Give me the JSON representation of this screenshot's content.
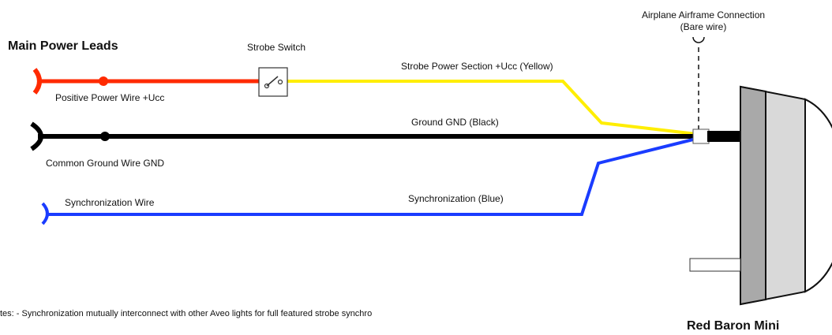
{
  "diagram": {
    "heading": "Main Power Leads",
    "switch_label": "Strobe Switch",
    "airframe": {
      "line1": "Airplane Airframe Connection",
      "line2": "(Bare wire)"
    },
    "leads": [
      {
        "label": "Positive Power Wire +Ucc",
        "color": "#ff2a00"
      },
      {
        "label": "Common Ground Wire GND",
        "color": "#000000"
      },
      {
        "label": "Synchronization Wire",
        "color": "#1a3cff"
      }
    ],
    "sections": [
      {
        "label": "Strobe Power Section +Ucc (Yellow)",
        "color": "#ffee00"
      },
      {
        "label": "Ground GND (Black)",
        "color": "#000000"
      },
      {
        "label": "Synchronization (Blue)",
        "color": "#1a3cff"
      }
    ],
    "notes": "tes:  - Synchronization mutually interconnect with other Aveo lights for full featured strobe synchro",
    "product": "Red Baron Mini"
  }
}
